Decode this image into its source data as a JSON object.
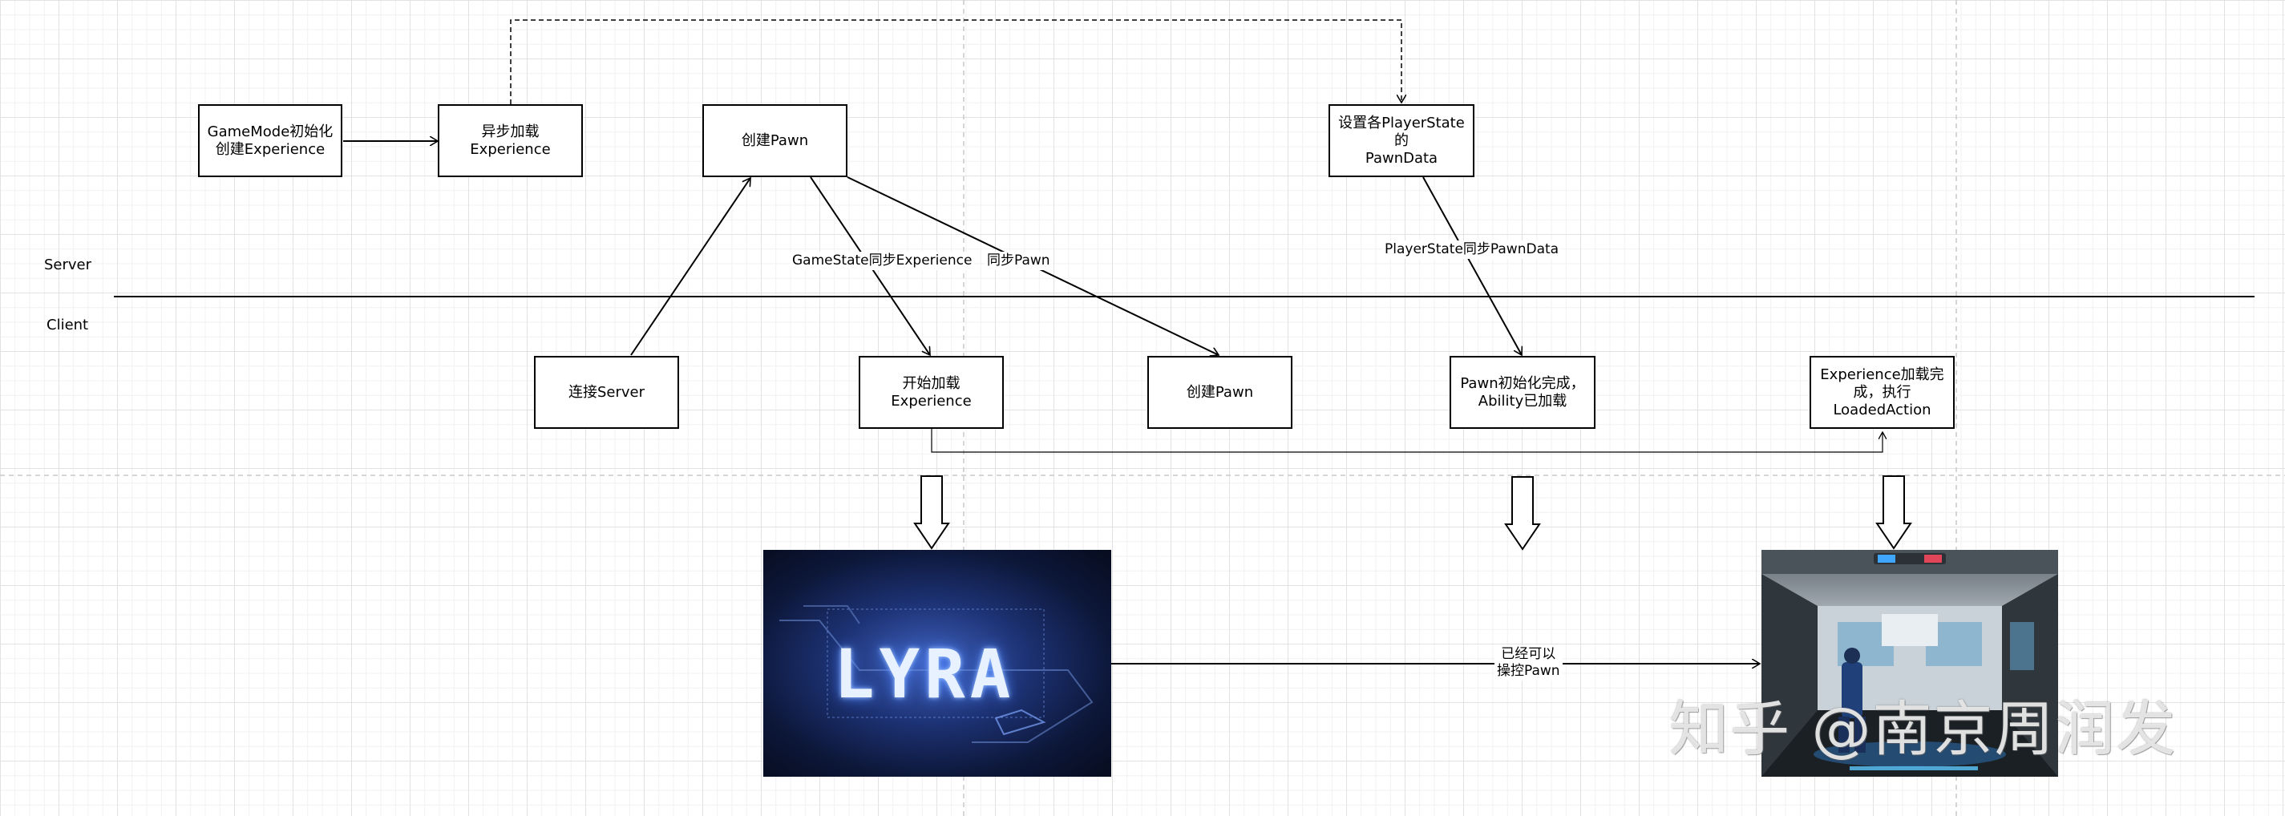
{
  "swimlanes": {
    "server_label": "Server",
    "client_label": "Client"
  },
  "server_nodes": {
    "gamemode_init": "GameMode初始化\n创建Experience",
    "async_load": "异步加载Experience",
    "create_pawn": "创建Pawn",
    "set_pawndata": "设置各PlayerState的\nPawnData"
  },
  "client_nodes": {
    "connect_server": "连接Server",
    "start_load": "开始加载Experience",
    "create_pawn": "创建Pawn",
    "pawn_init": "Pawn初始化完成，\nAbility已加载",
    "experience_loaded": "Experience加载完\n成，执行\nLoadedAction"
  },
  "edge_labels": {
    "gamestate_sync": "GameState同步Experience",
    "sync_pawn": "同步Pawn",
    "playerstate_sync": "PlayerState同步PawnData",
    "can_control": "已经可以\n操控Pawn"
  },
  "images": {
    "loading_screen_logo": "LYRA",
    "watermark": "知乎 @南京周润发"
  }
}
